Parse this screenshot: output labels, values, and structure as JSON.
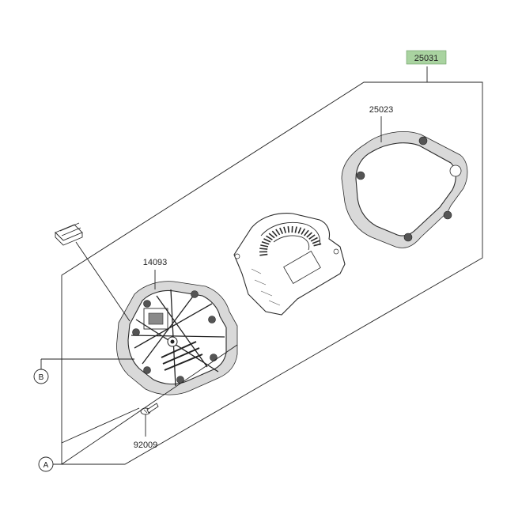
{
  "diagram": {
    "assembly_label": "25031",
    "assembly_highlight": "#a9d3a0",
    "parts": [
      {
        "id": "bezel",
        "label": "25023"
      },
      {
        "id": "case",
        "label": "14093"
      },
      {
        "id": "screw",
        "label": "92009"
      }
    ],
    "callouts": [
      {
        "id": "B",
        "letter": "B"
      },
      {
        "id": "A",
        "letter": "A"
      }
    ]
  }
}
